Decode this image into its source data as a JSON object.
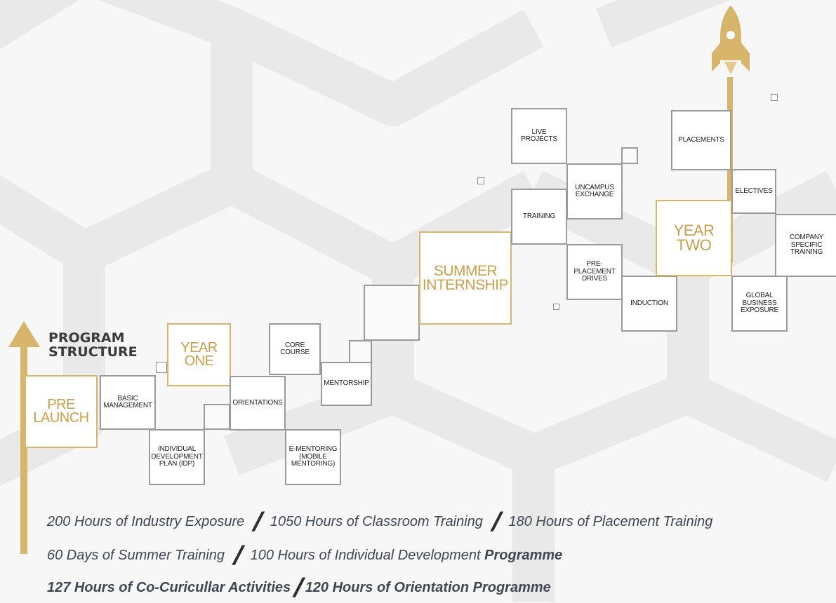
{
  "title": {
    "line1": "PROGRAM",
    "line2": "STRUCTURE"
  },
  "colors": {
    "gold": "#d7b56a",
    "gray_border": "#9a9a9a",
    "stats_text": "#3f4752",
    "background": "#f7f7f7"
  },
  "icons": {
    "rocket": "rocket-icon",
    "arrow": "up-arrow-icon"
  },
  "stages": {
    "pre_launch": "PRE LAUNCH",
    "year_one": "YEAR ONE",
    "summer_internship": "SUMMER INTERNSHIP",
    "year_two": "YEAR TWO"
  },
  "modules": {
    "basic_management": "BASIC MANAGEMENT",
    "idp": "INDIVIDUAL DEVELOPMENT PLAN (IDP)",
    "orientations": "ORIENTATIONS",
    "core_course": "CORE COURSE",
    "mentorship": "MENTORSHIP",
    "e_mentoring": "E-MENTORING (MOBILE MENTORING)",
    "live_projects": "LIVE PROJECTS",
    "uncampus_exchange": "UNCAMPUS EXCHANGE",
    "training": "TRAINING",
    "pre_placement_drives": "PRE- PLACEMENT DRIVES",
    "induction": "INDUCTION",
    "placements": "PLACEMENTS",
    "electives": "ELECTIVES",
    "company_specific_training": "COMPANY SPECIFIC TRAINING",
    "global_business_exposure": "GLOBAL BUSINESS EXPOSURE"
  },
  "stats": {
    "industry_exposure": "200 Hours of Industry Exposure",
    "classroom_training": "1050 Hours of Classroom Training",
    "placement_training": "180 Hours of Placement Training",
    "summer_training": "60 Days of Summer Training",
    "individual_development": "100 Hours of Individual Development",
    "individual_development_suffix": "Programme",
    "co_curricular": "127 Hours of Co-Curicullar Activities",
    "orientation_programme": "120 Hours of Orientation Programme",
    "separator": "/"
  }
}
